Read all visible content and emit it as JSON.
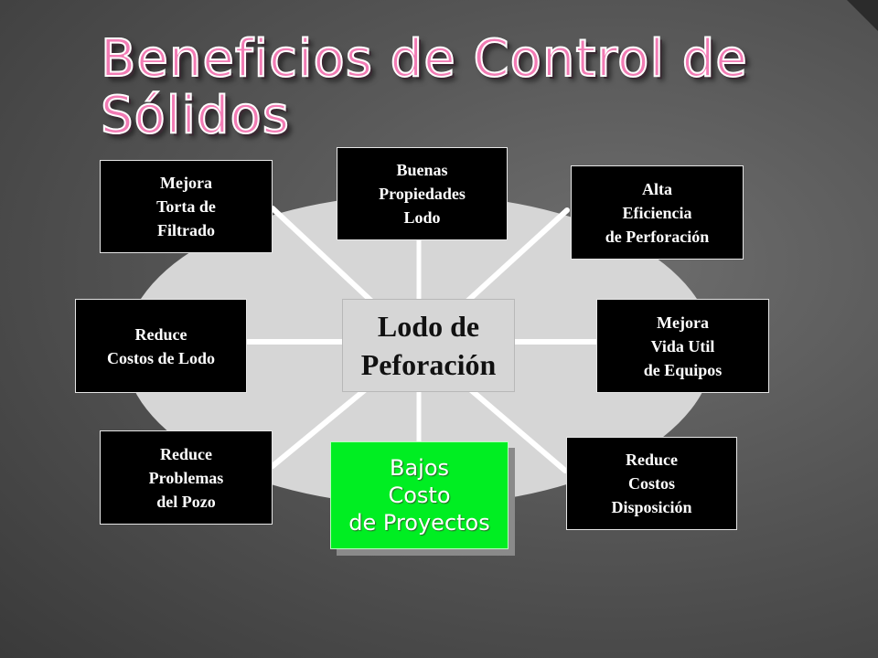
{
  "title": "Beneficios de Control de\nSólidos",
  "colors": {
    "title_fill": "#f27bb4",
    "ellipse": "#d6d6d6",
    "node_bg": "#000000",
    "highlight": "#00ee22",
    "connector": "#ffffff"
  },
  "center": {
    "label": "Lodo de\nPeforación"
  },
  "nodes": {
    "torta": "Mejora\nTorta de\nFiltrado",
    "propiedades": "Buenas\nPropiedades\nLodo",
    "eficiencia": "Alta\nEficiencia\nde Perforación",
    "costos_lodo": "Reduce\nCostos de Lodo",
    "vida_util": "Mejora\nVida Util\nde Equipos",
    "problemas": "Reduce\nProblemas\ndel Pozo",
    "proyectos": "Bajos\nCosto\nde Proyectos",
    "disposicion": "Reduce\nCostos\nDisposición"
  }
}
